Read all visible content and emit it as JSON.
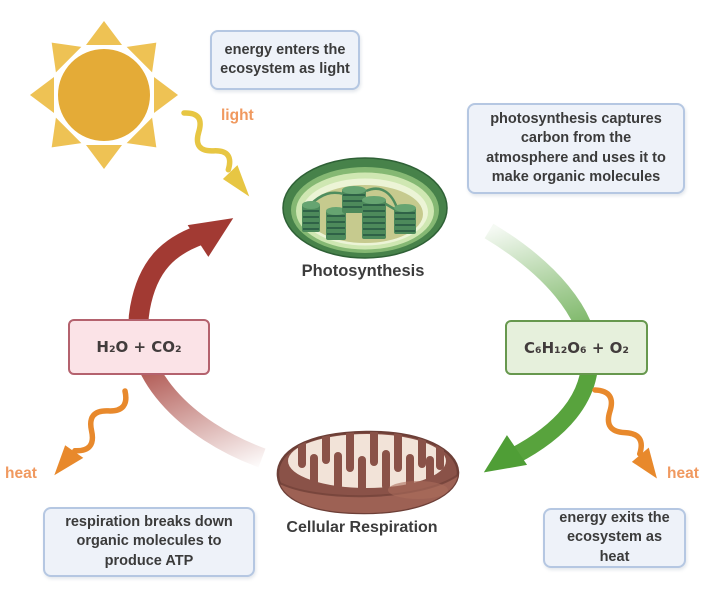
{
  "callouts": {
    "energy_enters": "energy enters the\necosystem as light",
    "photosynthesis_captures": "photosynthesis captures\ncarbon from the\natmosphere and uses it to\nmake organic molecules",
    "respiration_breaks": "respiration breaks down\norganic molecules to\nproduce ATP",
    "energy_exits": "energy exits the\necosystem as heat"
  },
  "formulas": {
    "water_co2": "H₂O + CO₂",
    "glucose_o2": "C₆H₁₂O₆ + O₂"
  },
  "labels": {
    "light": "light",
    "heat_left": "heat",
    "heat_right": "heat",
    "photosynthesis": "Photosynthesis",
    "cellular_respiration": "Cellular Respiration"
  },
  "icons": {
    "sun": "sun-icon",
    "chloroplast": "chloroplast-icon",
    "mitochondrion": "mitochondrion-icon"
  },
  "colors": {
    "sun_body": "#e4ab37",
    "sun_rays": "#eec254",
    "light_arrow": "#e7c643",
    "heat_arrow": "#e8892c",
    "energy_label_text": "#f0995f",
    "red_cycle_arrow": "#a23a33",
    "green_cycle_arrow": "#58a33d",
    "callout_bg": "#eef2f9",
    "callout_border": "#b5c7e2",
    "water_box_bg": "#fbe3e7",
    "water_box_border": "#b4626e",
    "glucose_box_bg": "#e6f0dc",
    "glucose_box_border": "#67984e",
    "body_text": "#3b3b3b"
  }
}
